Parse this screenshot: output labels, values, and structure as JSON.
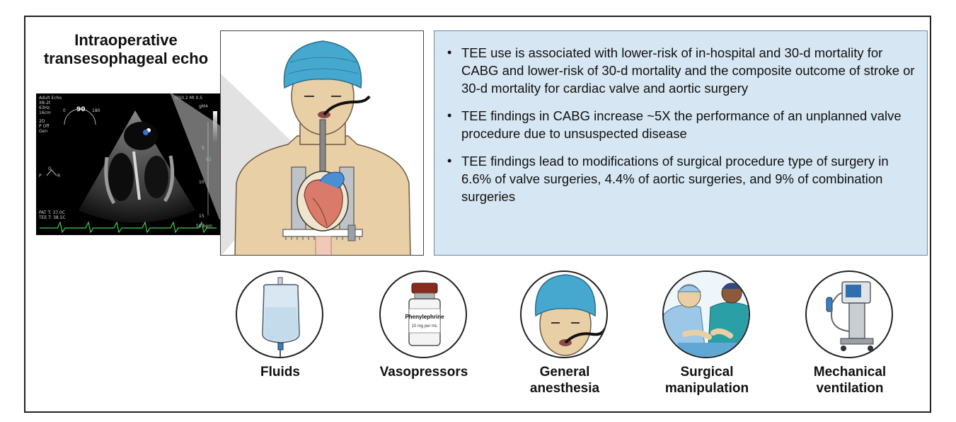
{
  "title": "Intraoperative transesophageal echo",
  "echo_overlay": {
    "top_left": [
      "Adult Echo",
      "X8-2t",
      "63Hz",
      "16cm"
    ],
    "mode": [
      "2D",
      "P Off",
      "Gen"
    ],
    "angle": "90",
    "angle_min": "0",
    "angle_max": "180",
    "top_right": "TIS0.2  MI 0.5",
    "map": "gM4",
    "depth_ticks": [
      "5",
      "10",
      "15"
    ],
    "scale_value": "62",
    "temps": [
      "PAT T: 37.0C",
      "TEE T: 38.5C"
    ],
    "heart_rate": "58 bpm",
    "orientation": [
      "P",
      "R",
      "G"
    ]
  },
  "findings": [
    "TEE use is associated with lower-risk of in-hospital and 30-d mortality for CABG and lower-risk of 30-d mortality and the composite outcome of stroke or 30-d mortality for cardiac valve and aortic surgery",
    "TEE findings in CABG increase ~5X the performance of an unplanned valve procedure due to unsuspected disease",
    "TEE findings lead to modifications of surgical procedure type of surgery in 6.6% of valve surgeries, 4.4% of aortic surgeries, and 9% of combination surgeries"
  ],
  "vial_label": {
    "name": "Phenylephrine",
    "dose": "10 mg per mL"
  },
  "factors": [
    {
      "label": "Fluids",
      "icon": "iv-bag-icon"
    },
    {
      "label": "Vasopressors",
      "icon": "vial-icon"
    },
    {
      "label": "General anesthesia",
      "icon": "anesthesia-icon"
    },
    {
      "label": "Surgical manipulation",
      "icon": "surgeons-icon"
    },
    {
      "label": "Mechanical ventilation",
      "icon": "ventilator-icon"
    }
  ],
  "colors": {
    "findings_bg": "#d6e6f3",
    "skin": "#e9cfa6",
    "cap": "#46a8cf",
    "heart": "#d97a6a"
  }
}
